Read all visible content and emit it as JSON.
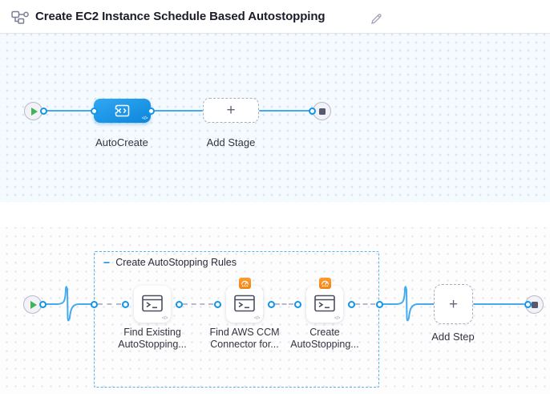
{
  "header": {
    "title": "Create EC2 Instance Schedule Based Autostopping"
  },
  "icons": {
    "code_glyph": "</>"
  },
  "colors": {
    "accent_blue": "#0d8ee2",
    "node_blue": "#1b97ea",
    "line_blue": "#45aaee",
    "group_dash_blue": "#59b4f0",
    "badge_orange": "#f79026",
    "play_green": "#3fb653",
    "stage_canvas_bg": "#f5fafe",
    "step_canvas_bg": "#fdfdfe"
  },
  "stage_canvas": {
    "stage": {
      "label": "AutoCreate"
    },
    "add_stage": {
      "label": "Add Stage",
      "plus": "+"
    }
  },
  "step_canvas": {
    "group": {
      "collapse": "−",
      "label": "Create AutoStopping Rules"
    },
    "steps": [
      {
        "line1": "Find Existing",
        "line2": "AutoStopping...",
        "has_badge": false
      },
      {
        "line1": "Find AWS CCM",
        "line2": "Connector for...",
        "has_badge": true
      },
      {
        "line1": "Create",
        "line2": "AutoStopping...",
        "has_badge": true
      }
    ],
    "add_step": {
      "label": "Add Step",
      "plus": "+"
    }
  }
}
